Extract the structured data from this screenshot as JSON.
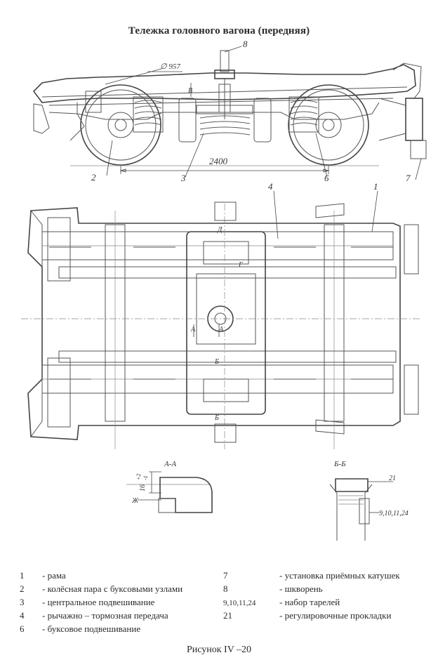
{
  "title": "Тележка головного вагона (передняя)",
  "callouts": {
    "c1": "1",
    "c2": "2",
    "c3": "3",
    "c4": "4",
    "c6": "6",
    "c7": "7",
    "c8": "8",
    "dia": "∅ 957",
    "wheelbase": "2400",
    "secB": "В",
    "secV": "В",
    "secD": "Д",
    "secG": "Г",
    "secA1": "А",
    "secA2": "А",
    "secB1": "Б",
    "secB2": "Б",
    "sectionAA": "А-А",
    "sectionBB": "Б-Б",
    "tol": "16",
    "tolPlus": "+2",
    "tolMinus": "-1",
    "secZh": "Ж",
    "c21": "21",
    "c9": "9,10,11,24"
  },
  "legend": [
    {
      "num": "1",
      "text": "- рама"
    },
    {
      "num": "2",
      "text": "- колёсная пара с буксовыми узлами"
    },
    {
      "num": "3",
      "text": "- центральное подвешивание"
    },
    {
      "num": "4",
      "text": "- рычажно – тормозная передача"
    },
    {
      "num": "6",
      "text": "- буксовое подвешивание"
    }
  ],
  "legend2": [
    {
      "num": "7",
      "text": "- установка приёмных катушек"
    },
    {
      "num": "8",
      "text": "- шкворень"
    },
    {
      "num": "9,10,11,24",
      "text": "- набор тарелей"
    },
    {
      "num": "21",
      "text": "- регулировочные прокладки"
    }
  ],
  "caption": "Рисунок IV –20"
}
